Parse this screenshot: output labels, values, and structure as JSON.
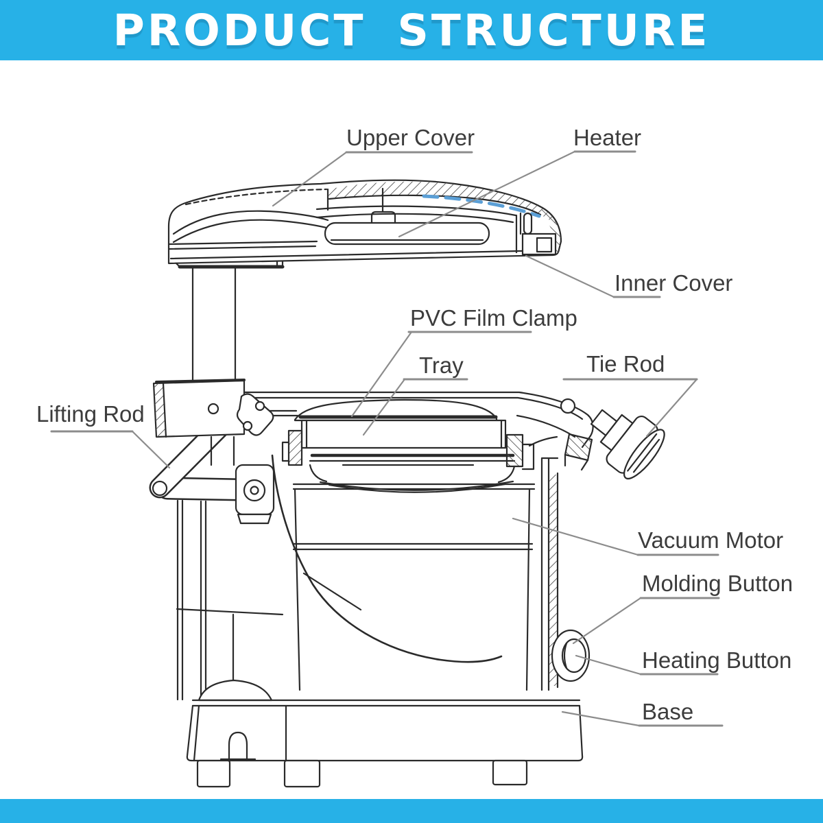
{
  "banner": {
    "title": "PRODUCT STRUCTURE",
    "title_words": [
      "PRODUCT",
      "STRUCTURE"
    ]
  },
  "colors": {
    "banner_bg": "#27b1e7",
    "footer_bg": "#27b1e7",
    "title_text": "#ffffff",
    "line": "#2a2a2a",
    "leader": "#8c8c8c",
    "label_text": "#3c3c3c",
    "heater_highlight": "#5b9fd6"
  },
  "labels": {
    "upper_cover": "Upper Cover",
    "heater": "Heater",
    "inner_cover": "Inner Cover",
    "pvc_film_clamp": "PVC Film Clamp",
    "tray": "Tray",
    "tie_rod": "Tie Rod",
    "lifting_rod": "Lifting Rod",
    "vacuum_motor": "Vacuum Motor",
    "molding_button": "Molding Button",
    "heating_button": "Heating Button",
    "base": "Base"
  }
}
